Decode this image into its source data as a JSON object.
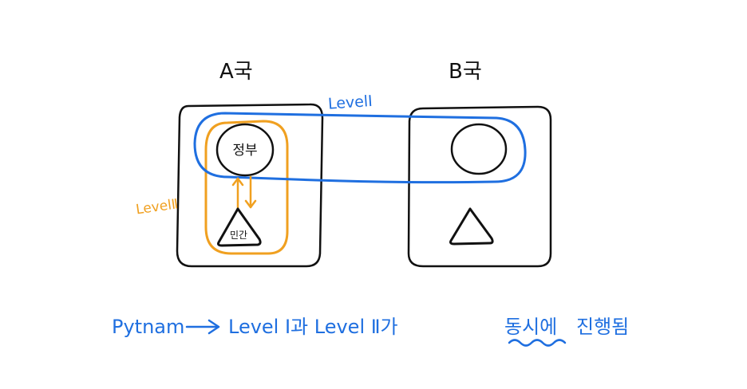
{
  "country_a": {
    "label": "A국"
  },
  "country_b": {
    "label": "B국"
  },
  "level_one": {
    "label": "LevelⅠ"
  },
  "level_two": {
    "label": "LevelⅡ"
  },
  "nodes": {
    "government": "정부",
    "private": "민간"
  },
  "caption": {
    "prefix": "Pytnam",
    "body": "Level Ⅰ과 Level Ⅱ가",
    "highlight": "동시에",
    "suffix": "진행됨"
  },
  "colors": {
    "ink": "#111111",
    "level_one": "#1f6fe0",
    "level_two": "#f0a020"
  },
  "icons": [
    "arrow-right-icon",
    "up-down-arrows-icon",
    "circle-icon",
    "triangle-icon",
    "squiggle-underline-icon"
  ]
}
